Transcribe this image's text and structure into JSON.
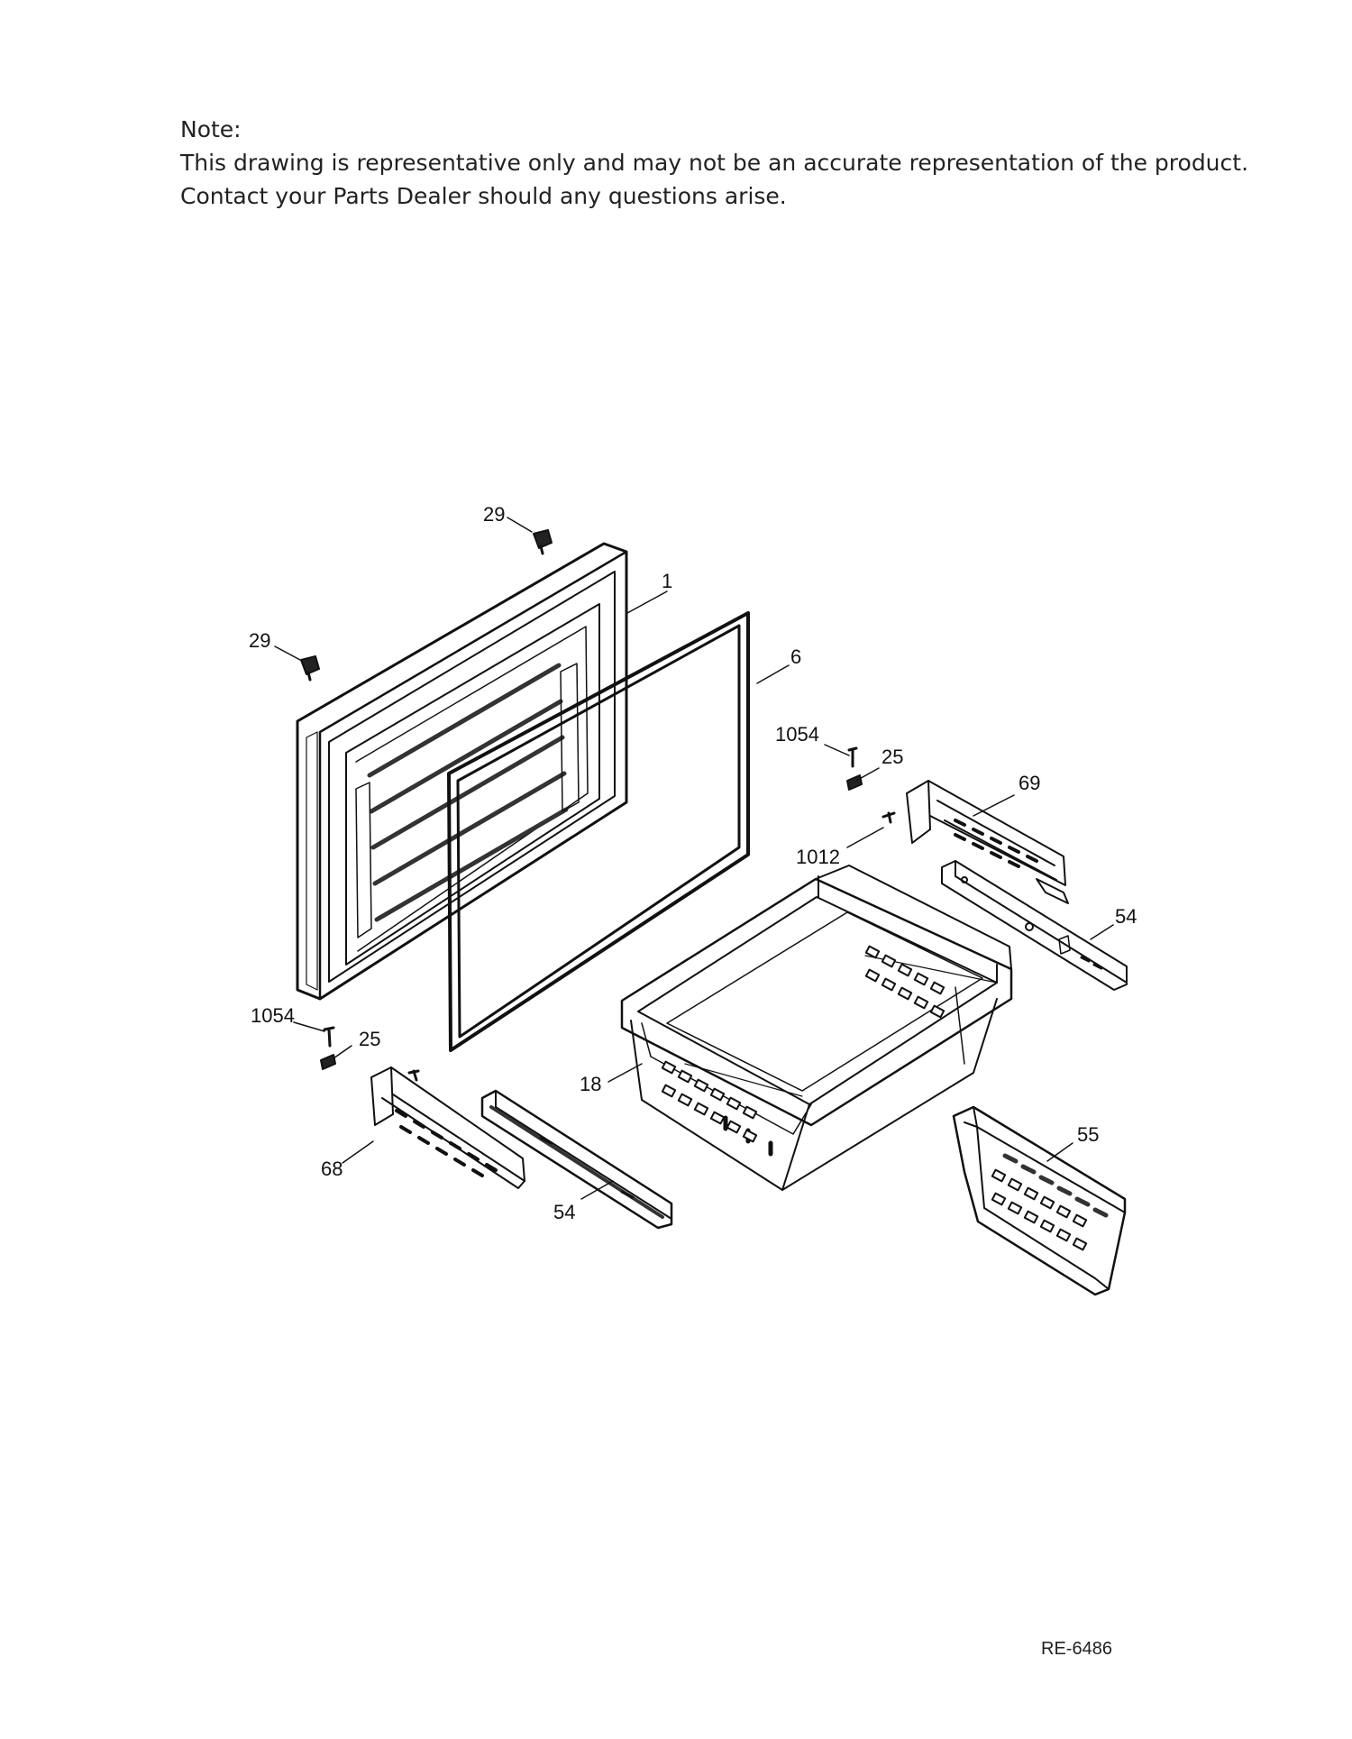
{
  "note": {
    "heading": "Note:",
    "line1": "This drawing is representative only and may not be an accurate representation of the product.",
    "line2": "Contact your Parts Dealer should any questions arise."
  },
  "callouts": [
    {
      "id": "c29a",
      "text": "29"
    },
    {
      "id": "c29b",
      "text": "29"
    },
    {
      "id": "c1",
      "text": "1"
    },
    {
      "id": "c6",
      "text": "6"
    },
    {
      "id": "c1054a",
      "text": "1054"
    },
    {
      "id": "c25a",
      "text": "25"
    },
    {
      "id": "c69",
      "text": "69"
    },
    {
      "id": "c1012",
      "text": "1012"
    },
    {
      "id": "c54a",
      "text": "54"
    },
    {
      "id": "c1054b",
      "text": "1054"
    },
    {
      "id": "c25b",
      "text": "25"
    },
    {
      "id": "c18",
      "text": "18"
    },
    {
      "id": "c68",
      "text": "68"
    },
    {
      "id": "c54b",
      "text": "54"
    },
    {
      "id": "c55",
      "text": "55"
    }
  ],
  "document_id": "RE-6486"
}
